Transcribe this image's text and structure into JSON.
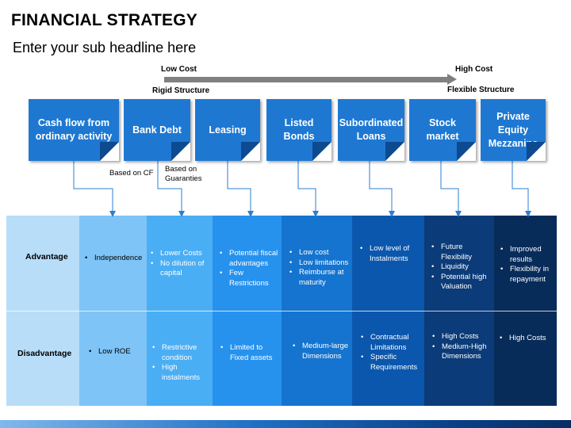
{
  "title": "FINANCIAL STRATEGY",
  "subtitle": "Enter your sub headline here",
  "scale": {
    "low_cost": "Low Cost",
    "high_cost": "High Cost",
    "rigid": "Rigid Structure",
    "flexible": "Flexible Structure"
  },
  "options": [
    {
      "label": "Cash flow from ordinary activity"
    },
    {
      "label": "Bank Debt"
    },
    {
      "label": "Leasing"
    },
    {
      "label": "Listed Bonds"
    },
    {
      "label": "Subordinated Loans"
    },
    {
      "label": "Stock market"
    },
    {
      "label": "Private Equity Mezzanine"
    }
  ],
  "notes": {
    "based_on_cf": "Based on CF",
    "based_on_guaranties": "Based on Guaranties"
  },
  "row_labels": {
    "advantage": "Advantage",
    "disadvantage": "Disadvantage"
  },
  "advantages": [
    [
      "Independence"
    ],
    [
      "Lower Costs",
      "No dilution of capital"
    ],
    [
      "Potential fiscal advantages",
      "Few Restrictions"
    ],
    [
      "Low cost",
      "Low limitations",
      "Reimburse at maturity"
    ],
    [
      "Low level of Instalments"
    ],
    [
      "Future Flexibility",
      "Liquidity",
      "Potential high Valuation"
    ],
    [
      "Improved results",
      "Flexibility in repayment"
    ]
  ],
  "disadvantages": [
    [
      "Low ROE"
    ],
    [
      "Restrictive condition",
      "High instalments"
    ],
    [
      "Limited to Fixed assets"
    ],
    [
      "Medium-large Dimensions"
    ],
    [
      "Contractual Limitations",
      "Specific Requirements"
    ],
    [
      "High Costs",
      "Medium-High Dimensions"
    ],
    [
      "High Costs"
    ]
  ],
  "colors": {
    "box_fill": "#1e78d2",
    "arrow": "#808080",
    "columns": [
      "#b7ddf9",
      "#7ec4f7",
      "#4aaef5",
      "#2792ee",
      "#1574cf",
      "#0b57ad",
      "#0b3b78",
      "#082c5a"
    ]
  }
}
